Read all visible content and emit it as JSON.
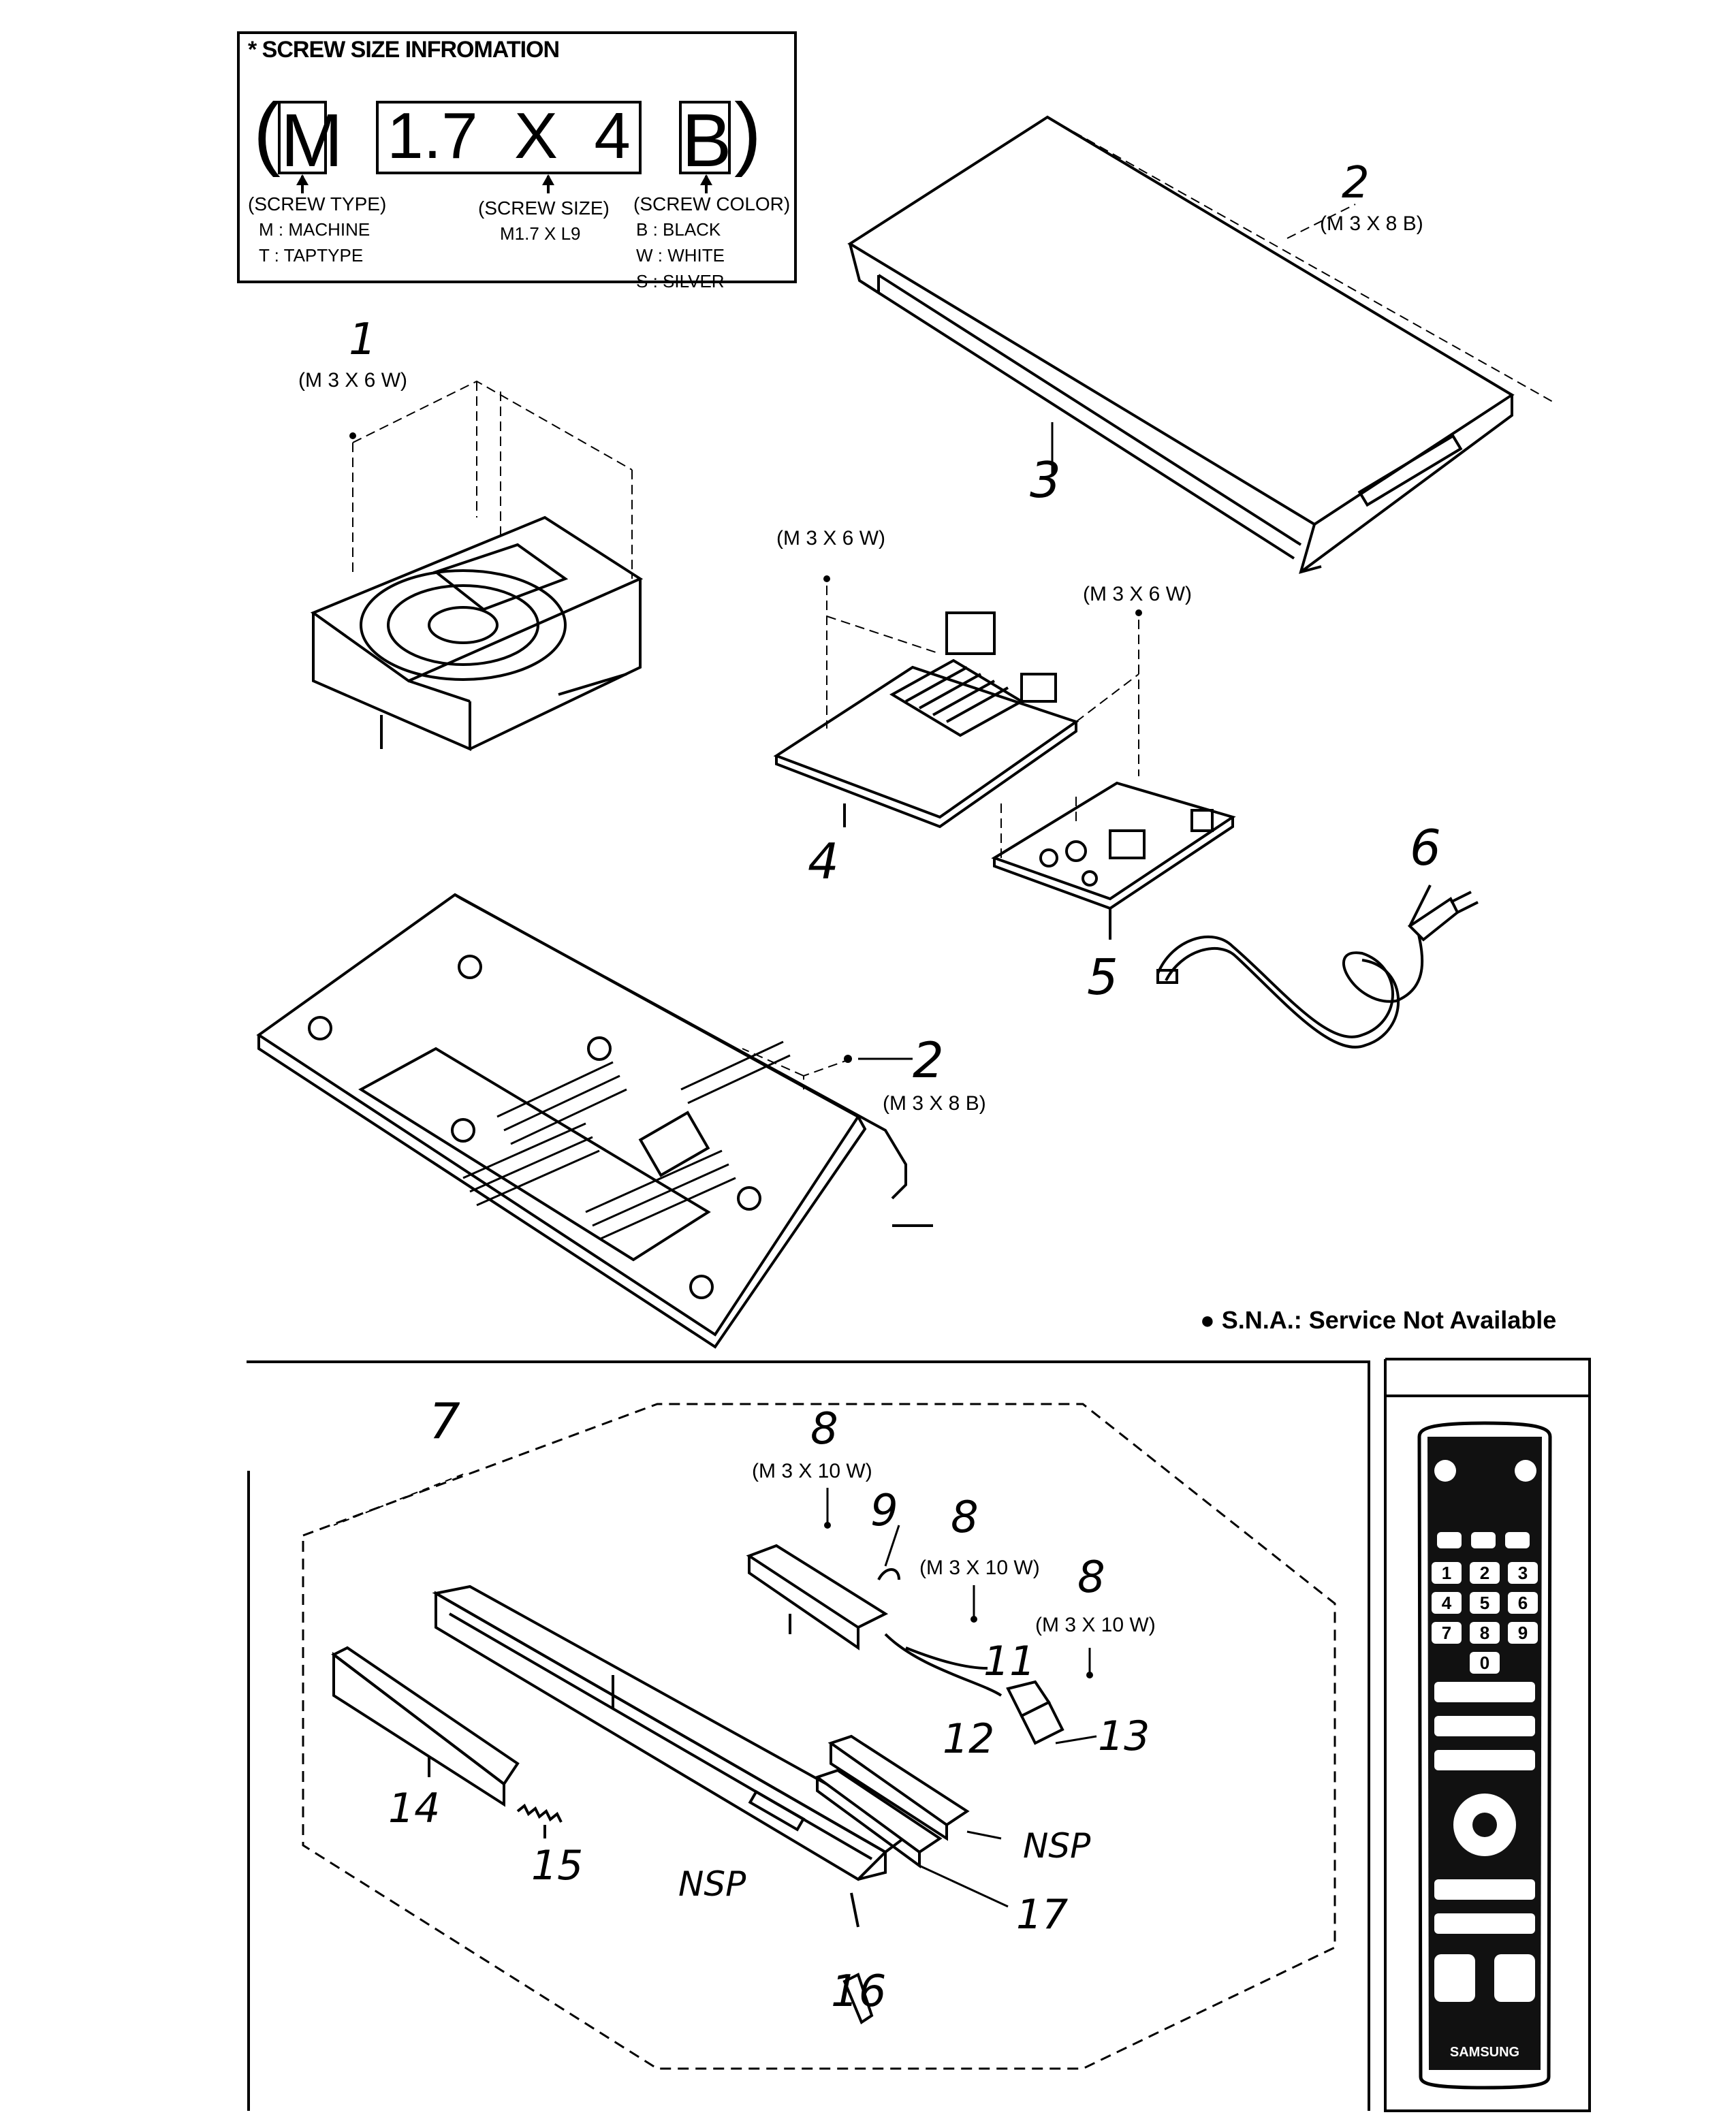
{
  "legend": {
    "title": "* SCREW SIZE INFROMATION",
    "code_type": "M",
    "code_size": "1.7  X  4",
    "code_color": "B",
    "open_paren": "(",
    "close_paren": ")",
    "type_heading": "(SCREW TYPE)",
    "type_lines": [
      "M : MACHINE",
      "T : TAPTYPE"
    ],
    "size_heading": "(SCREW SIZE)",
    "size_line": "M1.7 X L9",
    "color_heading": "(SCREW COLOR)",
    "color_lines": [
      "B : BLACK",
      "W : WHITE",
      "S : SILVER"
    ]
  },
  "callouts": {
    "n1": "1",
    "s1": "(M 3 X 6 W)",
    "n2a": "2",
    "s2a": "(M 3 X 8 B)",
    "n3": "3",
    "s4": "(M 3 X 6 W)",
    "n4": "4",
    "s5": "(M 3 X 6 W)",
    "n5": "5",
    "n6": "6",
    "n2b": "2",
    "s2b": "(M 3 X 8 B)",
    "n7": "7",
    "n8a": "8",
    "s8a": "(M 3 X 10 W)",
    "n9": "9",
    "n8b": "8",
    "s8b": "(M 3 X 10 W)",
    "n8c": "8",
    "s8c": "(M 3 X 10 W)",
    "n11": "11",
    "n12": "12",
    "n13": "13",
    "n14": "14",
    "n15": "15",
    "n16": "16",
    "n17": "17",
    "nsp1": "NSP",
    "nsp2": "NSP"
  },
  "note": "● S.N.A.: Service Not Available",
  "remote": {
    "brand": "SAMSUNG",
    "keys": [
      "1",
      "2",
      "3",
      "4",
      "5",
      "6",
      "7",
      "8",
      "9",
      "0"
    ]
  }
}
